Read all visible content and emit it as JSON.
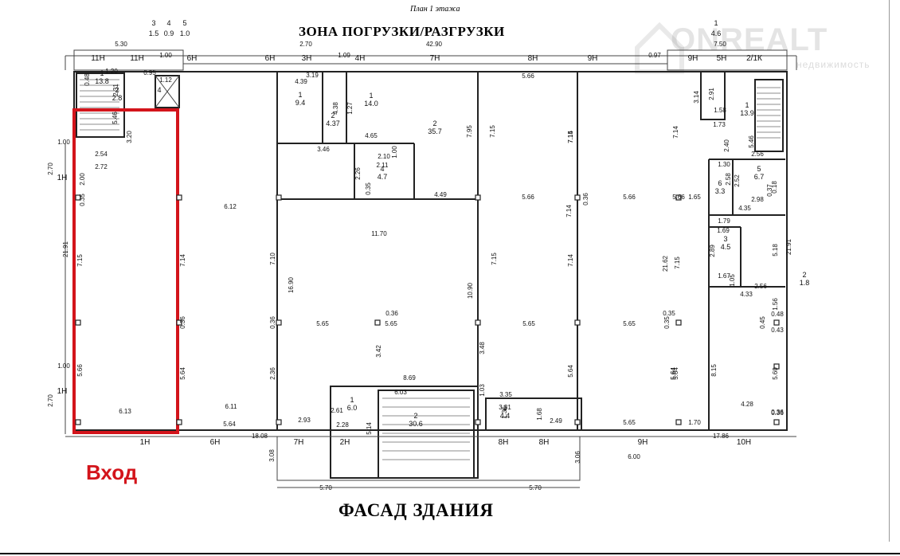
{
  "plan_title": "План 1 этажа",
  "loading_zone": "ЗОНА ПОГРУЗКИ/РАЗГРУЗКИ",
  "facade": "ФАСАД ЗДАНИЯ",
  "entrance": "Вход",
  "watermark": {
    "brand": "ONREALT",
    "sub": "недвижимость"
  },
  "highlight_color": "#d3141b",
  "axes_top": [
    "11Н",
    "11Н",
    "6Н",
    "6Н",
    "3Н",
    "4Н",
    "7Н",
    "8Н",
    "9Н",
    "9Н",
    "5Н",
    "2/1К"
  ],
  "axes_bottom": [
    "1Н",
    "6Н",
    "7Н",
    "2Н",
    "8Н",
    "8Н",
    "9Н",
    "10Н"
  ],
  "axes_left": [
    "1Н",
    "1Н"
  ],
  "column_heights": [
    {
      "id": "3",
      "h": "1.5"
    },
    {
      "id": "4",
      "h": "0.9"
    },
    {
      "id": "5",
      "h": "1.0"
    },
    {
      "id": "1",
      "h": "4.6"
    }
  ],
  "rooms": [
    {
      "no": "1",
      "area": "13.8"
    },
    {
      "no": "2",
      "area": "2.8"
    },
    {
      "no": "4",
      "area": ""
    },
    {
      "no": "1",
      "area": "9.4"
    },
    {
      "no": "2",
      "area": "4.37"
    },
    {
      "no": "1",
      "area": "14.0"
    },
    {
      "no": "2",
      "area": "35.7"
    },
    {
      "no": "4",
      "area": "4.7"
    },
    {
      "no": "1",
      "area": "6.0"
    },
    {
      "no": "2",
      "area": "30.6"
    },
    {
      "no": "1",
      "area": "4.4"
    },
    {
      "no": "1",
      "area": "13.9"
    },
    {
      "no": "5",
      "area": "6.7"
    },
    {
      "no": "6",
      "area": "3.3"
    },
    {
      "no": "3",
      "area": "4.5"
    },
    {
      "no": "2",
      "area": "1.8"
    }
  ],
  "dims": [
    "5.30",
    "2.70",
    "1.09",
    "42.90",
    "7.50",
    "0.97",
    "1.00",
    "1.20",
    "0.95",
    "1.12",
    "0.48",
    "2.31",
    "5.46",
    "3.20",
    "2.54",
    "2.72",
    "1.00",
    "2.70",
    "2.00",
    "0.35",
    "21.91",
    "7.15",
    "5.66",
    "1.00",
    "2.70",
    "6.13",
    "6.12",
    "7.14",
    "0.36",
    "5.64",
    "6.11",
    "5.64",
    "18.08",
    "2.93",
    "7.10",
    "16.90",
    "0.36",
    "5.65",
    "2.36",
    "4.39",
    "4.38",
    "1.27",
    "3.19",
    "4.65",
    "3.46",
    "2.26",
    "0.35",
    "2.11",
    "2.10",
    "1.00",
    "4.49",
    "11.70",
    "5.65",
    "0.36",
    "3.42",
    "10.90",
    "3.48",
    "8.69",
    "6.03",
    "2.61",
    "2.28",
    "5.14",
    "1.03",
    "3.35",
    "3.31",
    "1.36",
    "1.68",
    "2.49",
    "7.95",
    "7.15",
    "5.66",
    "7.15",
    "7.14",
    "5.65",
    "5.64",
    "5.66",
    "7.15",
    "5.66",
    "0.36",
    "7.14",
    "5.65",
    "5.64",
    "5.65",
    "1.70",
    "17.86",
    "6.00",
    "5.70",
    "5.70",
    "3.08",
    "3.06",
    "3.14",
    "2.91",
    "1.58",
    "1.73",
    "2.40",
    "5.46",
    "2.56",
    "7.14",
    "1.65",
    "21.62",
    "7.15",
    "0.35",
    "5.64",
    "8.15",
    "4.28",
    "0.36",
    "1.30",
    "2.58",
    "2.52",
    "2.98",
    "0.18",
    "0.37",
    "4.35",
    "1.79",
    "1.69",
    "2.89",
    "5.18",
    "21.91",
    "1.67",
    "1.05",
    "2.56",
    "4.33",
    "1.56",
    "0.48",
    "0.45",
    "0.43",
    "5.60",
    "0.36",
    "0.35",
    "5.66",
    "5.64",
    "7.14"
  ]
}
